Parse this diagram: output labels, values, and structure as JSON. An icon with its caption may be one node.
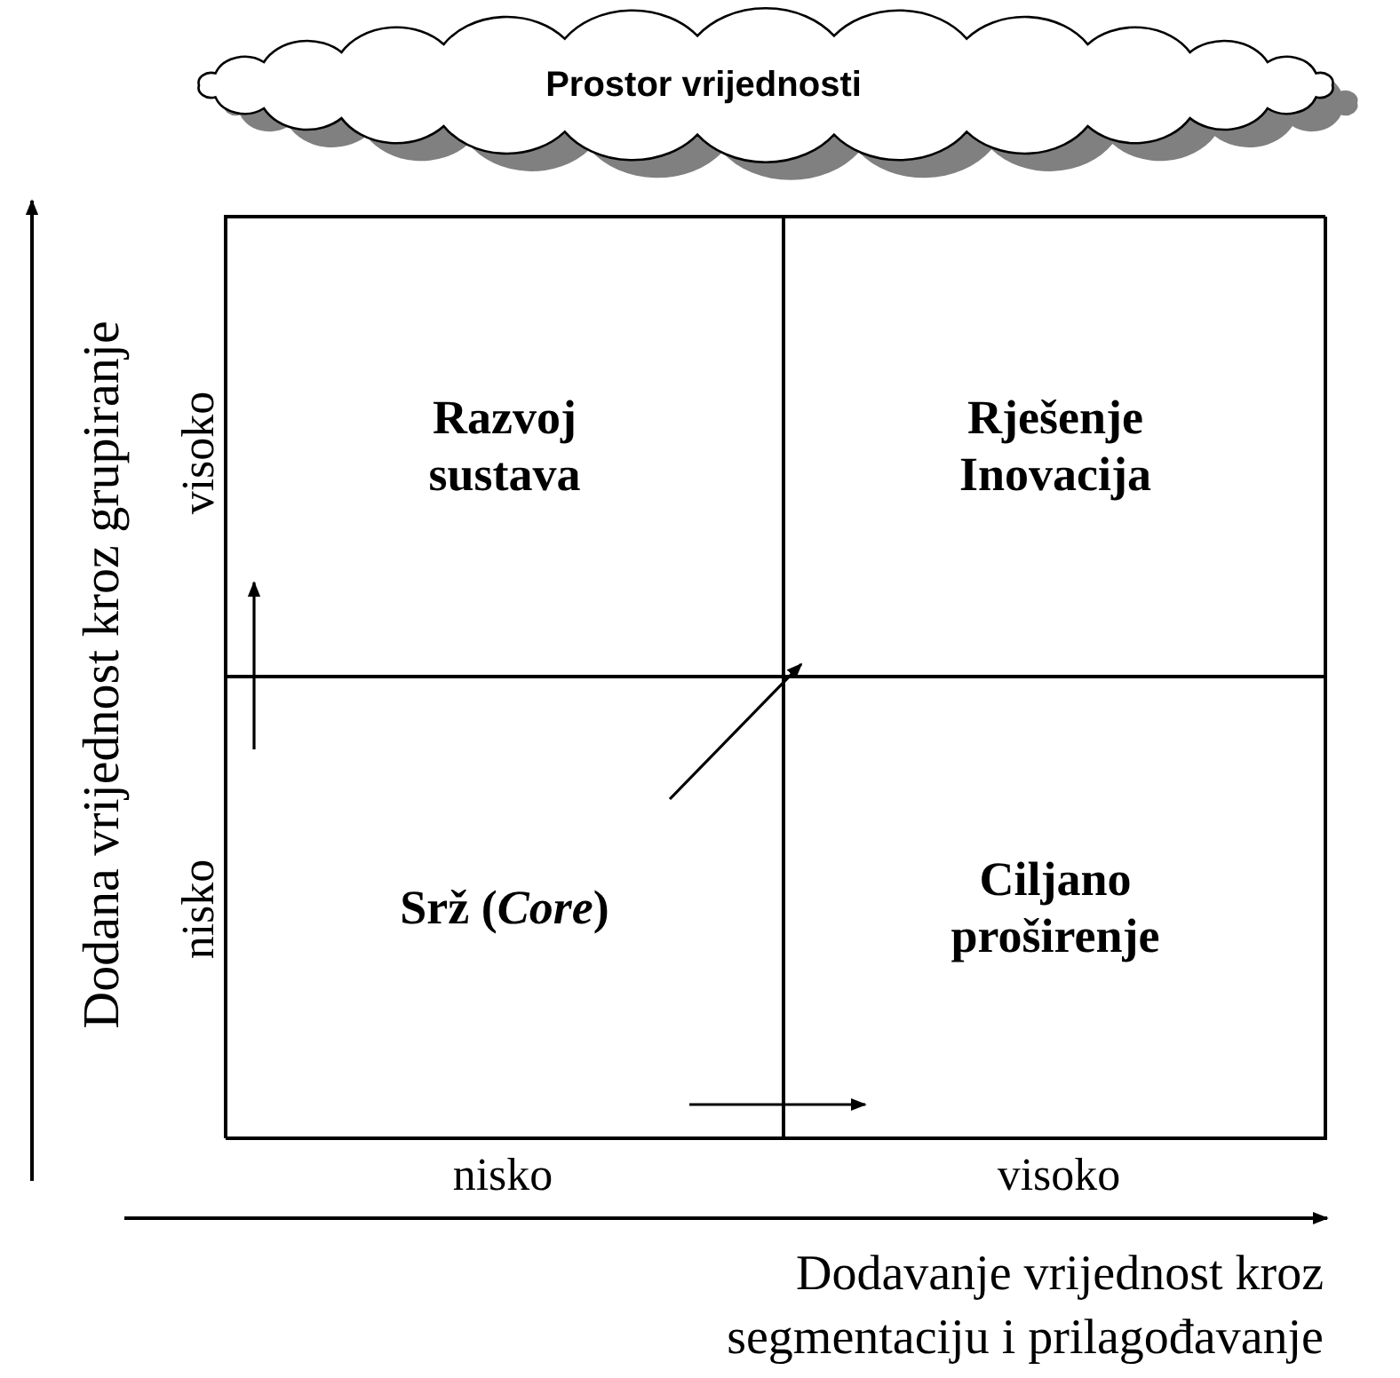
{
  "diagram": {
    "nodes": [
      {
        "text": [
          "Prostor vrijednosti"
        ]
      },
      {
        "text": [],
        "shape": "box"
      },
      {
        "text": [
          "Razvoj sustava"
        ],
        "in": 1
      },
      {
        "text": [
          "Rješenje Inovacija"
        ],
        "in": 1
      },
      {
        "text": [
          "Srž (*Core*)"
        ],
        "in": 1
      },
      {
        "text": [
          "Ciljano proširenje"
        ],
        "in": 1
      }
    ],
    "edges": [
      {
        "from": 4,
        "to": 2,
        "arrow": "to"
      },
      {
        "from": 4,
        "to": 3,
        "arrow": "to"
      },
      {
        "from": 4,
        "to": 5,
        "arrow": "to"
      }
    ],
    "labels": [
      "Dodana vrijednost kroz grupiranje",
      "visoko",
      "nisko",
      "nisko",
      "visoko",
      "Dodavanje vrijednost kroz segmentaciju i prilagođavanje"
    ]
  }
}
